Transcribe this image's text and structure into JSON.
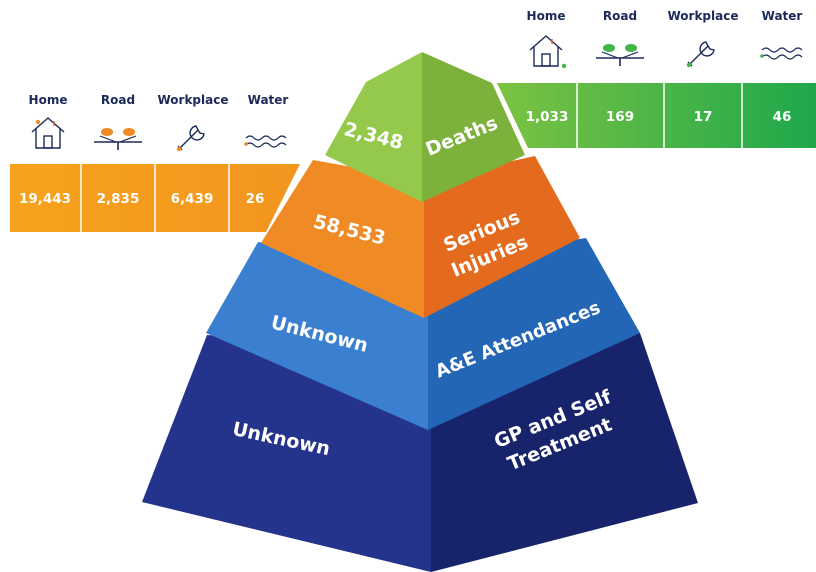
{
  "categories": {
    "home": "Home",
    "road": "Road",
    "workplace": "Workplace",
    "water": "Water"
  },
  "icons": [
    "house-icon",
    "road-cars-icon",
    "wrench-icon",
    "water-waves-icon"
  ],
  "deaths_table": {
    "color": "#3fb54a",
    "values": {
      "home": "1,033",
      "road": "169",
      "workplace": "17",
      "water": "46"
    }
  },
  "injuries_table": {
    "color": "#f3931f",
    "values": {
      "home": "19,443",
      "road": "2,835",
      "workplace": "6,439",
      "water": "26"
    }
  },
  "pyramid": {
    "deaths": {
      "label": "Deaths",
      "value": "2,348",
      "color": "#8dc43f"
    },
    "serious": {
      "label_line1": "Serious",
      "label_line2": "Injuries",
      "value": "58,533",
      "color": "#ee7a1e"
    },
    "ae": {
      "label": "A&E Attendances",
      "value": "Unknown",
      "color": "#2f73c4"
    },
    "gp": {
      "label_line1": "GP and Self",
      "label_line2": "Treatment",
      "value": "Unknown",
      "color": "#1d2c7a"
    }
  }
}
